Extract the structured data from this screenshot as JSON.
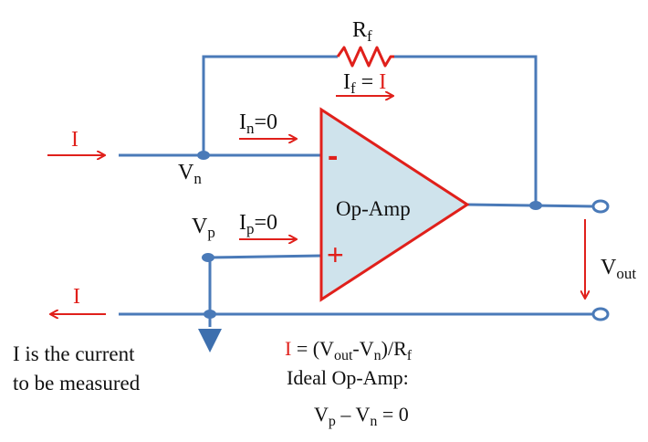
{
  "colors": {
    "wire": "#4a7ab8",
    "red": "#e0201b",
    "opamp_fill": "#cfe3ec",
    "text": "#111111"
  },
  "labels": {
    "rf": {
      "main": "R",
      "sub": "f"
    },
    "if_eq": {
      "main": "I",
      "sub": "f",
      "eq": " = ",
      "val": "I"
    },
    "in_eq": {
      "main": "I",
      "sub": "n",
      "eq": "=0"
    },
    "ip_eq": {
      "main": "I",
      "sub": "p",
      "eq": "=0"
    },
    "vn": {
      "main": "V",
      "sub": "n"
    },
    "vp": {
      "main": "V",
      "sub": "p"
    },
    "vout": {
      "main": "V",
      "sub": "out"
    },
    "opamp": "Op-Amp",
    "minus": "-",
    "plus": "+",
    "i_in": "I",
    "i_out": "I"
  },
  "notes": {
    "line1": "I is the current",
    "line2": "to be measured"
  },
  "equations": {
    "eq1": {
      "lhs": "I",
      "mid": " = (V",
      "sub1": "out",
      "dash": "-V",
      "sub2": "n",
      "close": ")/R",
      "sub3": "f"
    },
    "eq2": "Ideal Op-Amp:",
    "eq3": {
      "v1": "V",
      "s1": "p",
      "mid": " – V",
      "s2": "n",
      "end": " =  0"
    }
  }
}
